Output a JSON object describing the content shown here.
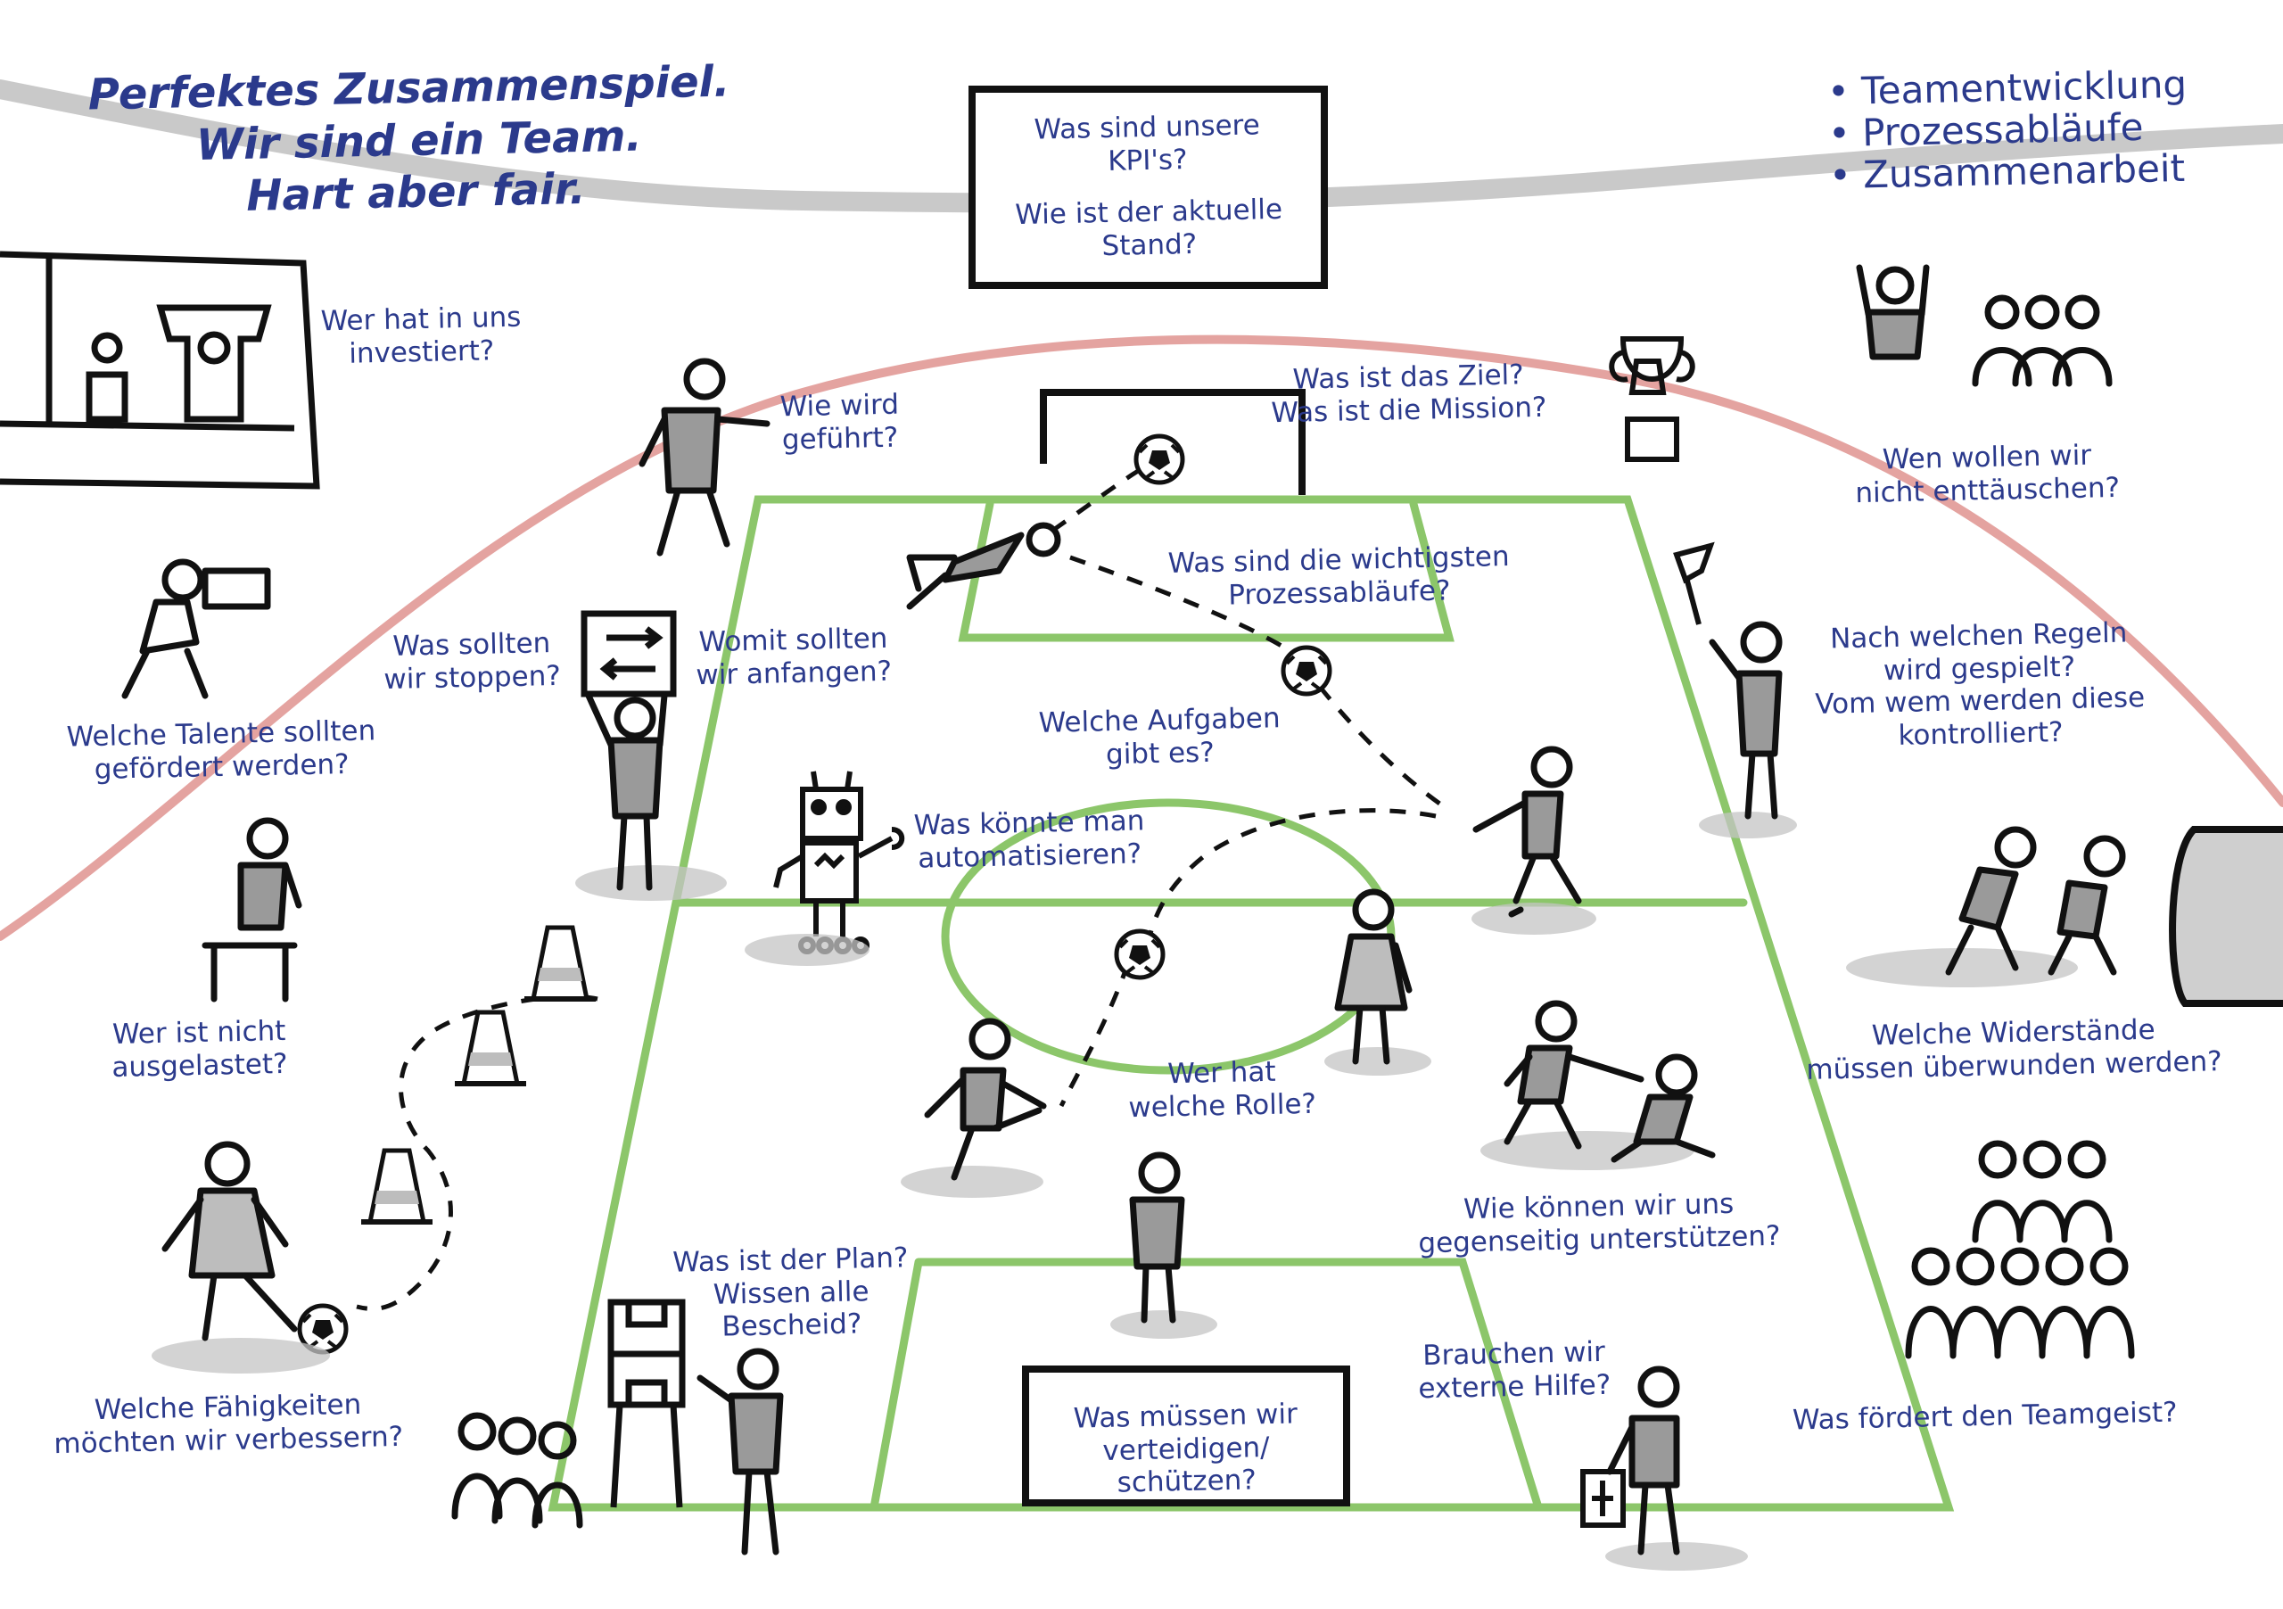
{
  "motto": [
    "Perfektes Zusammenspiel.",
    "Wir sind ein Team.",
    "Hart aber fair."
  ],
  "topics": [
    "Teamentwicklung",
    "Prozessabläufe",
    "Zusammenarbeit"
  ],
  "scoreboard": [
    "Was sind unsere",
    "KPI's?",
    "",
    "Wie ist der aktuelle",
    "Stand?"
  ],
  "goal_board": [
    "Was müssen wir",
    "verteidigen/",
    "schützen?"
  ],
  "questions": {
    "investiert": [
      "Wer hat in uns",
      "investiert?"
    ],
    "gefuehrt": [
      "Wie wird",
      "geführt?"
    ],
    "ziel": [
      "Was ist das Ziel?",
      "Was ist die Mission?"
    ],
    "enttaeuschen": [
      "Wen wollen wir",
      "nicht enttäuschen?"
    ],
    "stoppen": [
      "Was sollten",
      "wir stoppen?"
    ],
    "anfangen": [
      "Womit sollten",
      "wir anfangen?"
    ],
    "prozesse": [
      "Was sind die wichtigsten",
      "Prozessabläufe?"
    ],
    "regeln": [
      "Nach welchen Regeln",
      "wird gespielt?",
      "Vom wem werden diese",
      "kontrolliert?"
    ],
    "talente": [
      "Welche Talente sollten",
      "gefördert werden?"
    ],
    "aufgaben": [
      "Welche Aufgaben",
      "gibt es?"
    ],
    "automatisieren": [
      "Was könnte man",
      "automatisieren?"
    ],
    "ausgelastet": [
      "Wer ist nicht",
      "ausgelastet?"
    ],
    "rolle": [
      "Wer hat",
      "welche Rolle?"
    ],
    "widerstaende": [
      "Welche Widerstände",
      "müssen überwunden werden?"
    ],
    "unterstuetzen": [
      "Wie können wir uns",
      "gegenseitig unterstützen?"
    ],
    "plan": [
      "Was ist der Plan?",
      "Wissen alle",
      "Bescheid?"
    ],
    "hilfe": [
      "Brauchen wir",
      "externe Hilfe?"
    ],
    "faehigkeiten": [
      "Welche Fähigkeiten",
      "möchten wir verbessern?"
    ],
    "teamgeist": [
      "Was fördert den Teamgeist?"
    ]
  },
  "colors": {
    "ink": "#2b3a8c",
    "pitch": "#8cc66a",
    "stand": "#c9c9c9",
    "tribune": "#e4a3a0",
    "marker": "#111111",
    "shadow": "#bdbdbd"
  }
}
